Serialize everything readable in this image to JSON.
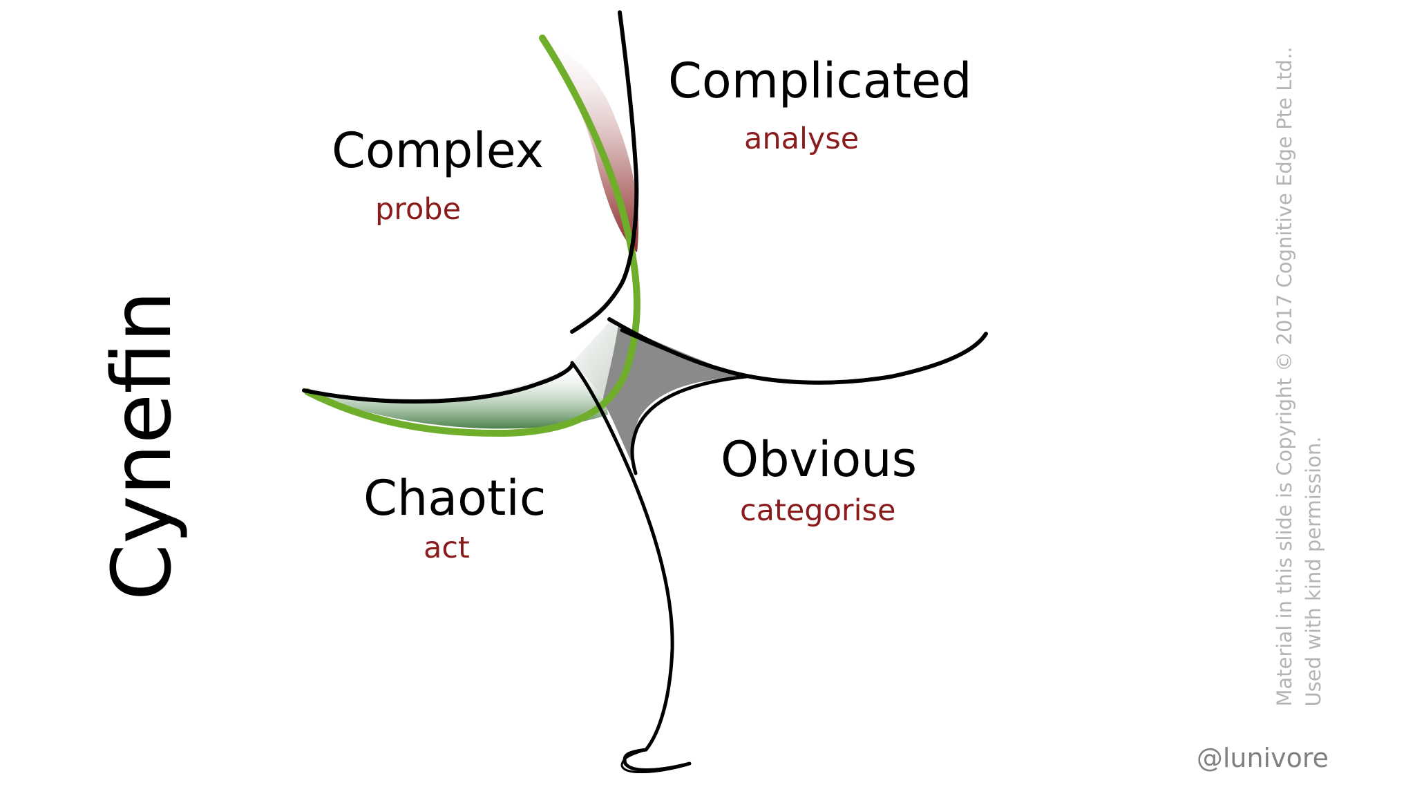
{
  "title": "Cynefin",
  "domains": {
    "complex": {
      "name": "Complex",
      "verb": "probe"
    },
    "complicated": {
      "name": "Complicated",
      "verb": "analyse"
    },
    "chaotic": {
      "name": "Chaotic",
      "verb": "act"
    },
    "obvious": {
      "name": "Obvious",
      "verb": "categorise"
    }
  },
  "copyright": {
    "line1": "Material in this slide is Copyright © 2017 Cognitive Edge Pte Ltd..",
    "line2": "Used with kind permission."
  },
  "handle": "@lunivore",
  "colors": {
    "boundary": "#000000",
    "chaos_edge": "#6fae2a",
    "verb_text": "#8b1a1a",
    "disorder_fill": "#8a8a8a",
    "cliff_fill_top": "#9b3a3a",
    "cliff_fill_bottom": "#2e6b2e"
  }
}
